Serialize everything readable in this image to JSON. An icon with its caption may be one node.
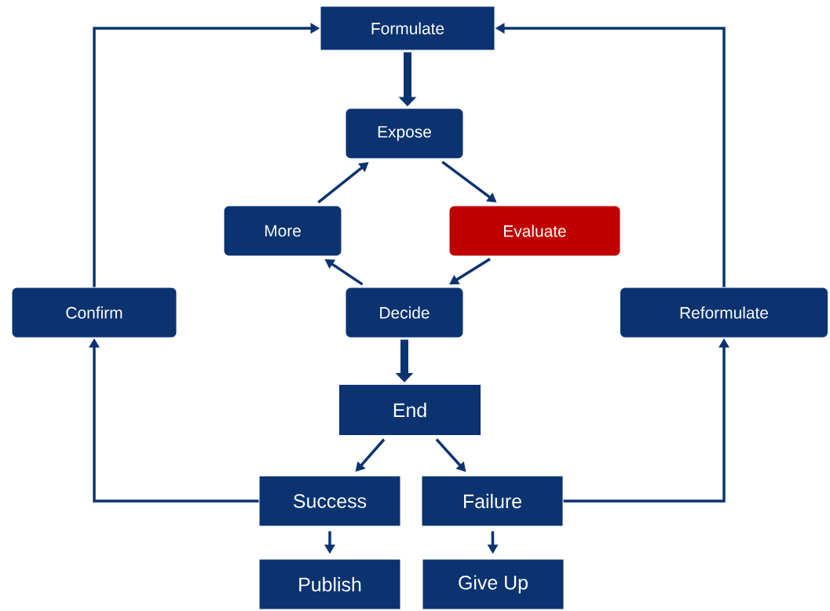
{
  "diagram": {
    "nodes": [
      {
        "text": [
          "Formulate"
        ]
      },
      {
        "text": [
          "Expose"
        ]
      },
      {
        "text": [
          "More"
        ]
      },
      {
        "text": [
          "Evaluate"
        ]
      },
      {
        "text": [
          "Decide"
        ]
      },
      {
        "text": [
          "Confirm"
        ]
      },
      {
        "text": [
          "Reformulate"
        ]
      },
      {
        "text": [
          "End"
        ]
      },
      {
        "text": [
          "Success"
        ]
      },
      {
        "text": [
          "Failure"
        ]
      },
      {
        "text": [
          "Publish"
        ]
      },
      {
        "text": [
          "Give Up"
        ]
      }
    ],
    "edges": [
      {
        "from": 0,
        "to": 1,
        "arrow": "to",
        "style": "thick"
      },
      {
        "from": 1,
        "to": 3,
        "arrow": "to"
      },
      {
        "from": 3,
        "to": 4,
        "arrow": "to"
      },
      {
        "from": 4,
        "to": 2,
        "arrow": "to"
      },
      {
        "from": 2,
        "to": 1,
        "arrow": "to"
      },
      {
        "from": 4,
        "to": 7,
        "arrow": "to",
        "style": "thick"
      },
      {
        "from": 7,
        "to": 8,
        "arrow": "to"
      },
      {
        "from": 7,
        "to": 9,
        "arrow": "to"
      },
      {
        "from": 8,
        "to": 10,
        "arrow": "to"
      },
      {
        "from": 9,
        "to": 11,
        "arrow": "to"
      },
      {
        "from": 8,
        "to": 5,
        "arrow": "to"
      },
      {
        "from": 5,
        "to": 0,
        "arrow": "to"
      },
      {
        "from": 9,
        "to": 6,
        "arrow": "to"
      },
      {
        "from": 6,
        "to": 0,
        "arrow": "to"
      }
    ]
  }
}
